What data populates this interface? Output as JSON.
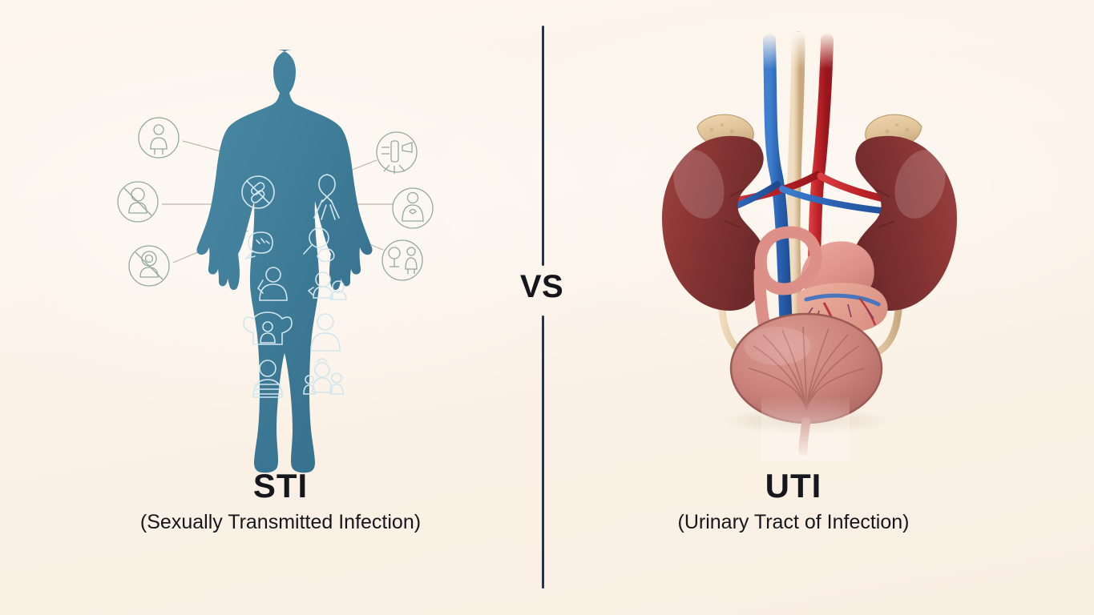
{
  "background_color": "#fdf5ec",
  "divider": {
    "color": "#2c3340",
    "vs_label": "VS"
  },
  "left_panel": {
    "name": "sti-illustration",
    "title": "STI",
    "subtitle": "(Sexually Transmitted Infection)",
    "silhouette_color": "#3d7a96",
    "icon_line_color": "#cfe4ec",
    "circle_icon_color": "#8ea79f",
    "connector_color": "#b9b3a6",
    "body_icons": [
      {
        "name": "no-pills-icon",
        "label": "no pills"
      },
      {
        "name": "ribbon-icon",
        "label": "awareness ribbon"
      },
      {
        "name": "speech-bubble-icon",
        "label": "talk bubble"
      },
      {
        "name": "magnifier-person-icon",
        "label": "screening"
      },
      {
        "name": "person-test-icon",
        "label": "person testing"
      },
      {
        "name": "couple-icon",
        "label": "couple"
      },
      {
        "name": "family-shield-icon",
        "label": "family protection"
      },
      {
        "name": "person-plain-icon",
        "label": "person"
      },
      {
        "name": "person-record-icon",
        "label": "medical record"
      },
      {
        "name": "group-people-icon",
        "label": "group of people"
      }
    ],
    "circle_icons": [
      {
        "name": "person-circle-icon",
        "label": "person",
        "blocked": false
      },
      {
        "name": "no-person-circle-icon",
        "label": "no contact",
        "blocked": true
      },
      {
        "name": "no-target-circle-icon",
        "label": "no target",
        "blocked": true
      },
      {
        "name": "lab-test-circle-icon",
        "label": "lab test",
        "blocked": false
      },
      {
        "name": "pregnant-circle-icon",
        "label": "pregnancy",
        "blocked": false
      },
      {
        "name": "checkup-circle-icon",
        "label": "checkup",
        "blocked": false
      }
    ]
  },
  "right_panel": {
    "name": "uti-illustration",
    "title": "UTI",
    "subtitle": "(Urinary Tract of Infection)",
    "parts": [
      {
        "name": "left-kidney",
        "color": "#8e3a39"
      },
      {
        "name": "right-kidney",
        "color": "#8e3a39"
      },
      {
        "name": "left-adrenal-gland",
        "color": "#e3c79a"
      },
      {
        "name": "right-adrenal-gland",
        "color": "#e3c79a"
      },
      {
        "name": "renal-vein",
        "color": "#2f6fc4"
      },
      {
        "name": "renal-artery",
        "color": "#c3262b"
      },
      {
        "name": "left-ureter",
        "color": "#e0c9a4"
      },
      {
        "name": "right-ureter",
        "color": "#e0c9a4"
      },
      {
        "name": "urinary-bladder",
        "color": "#c87e77"
      },
      {
        "name": "urethra",
        "color": "#c87e77"
      },
      {
        "name": "stomach",
        "color": "#dd9187"
      },
      {
        "name": "pancreas",
        "color": "#e0a092"
      },
      {
        "name": "duodenum",
        "color": "#dd9187"
      }
    ]
  }
}
